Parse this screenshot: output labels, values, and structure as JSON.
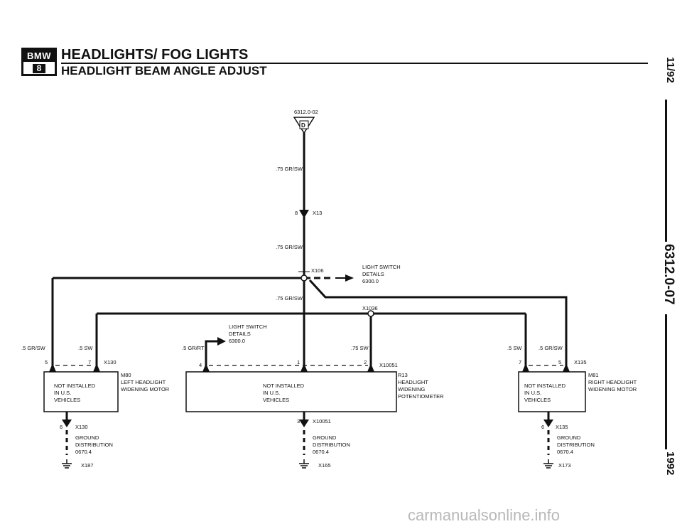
{
  "header": {
    "logo_top": "BMW",
    "logo_bottom": "8",
    "title": "HEADLIGHTS/ FOG LIGHTS",
    "subtitle": "HEADLIGHT BEAM ANGLE ADJUST"
  },
  "sidebar": {
    "date": "11/92",
    "code": "6312.0-07",
    "year": "1992"
  },
  "diagram": {
    "top_ref": "6312.0-02",
    "top_connector": "D",
    "wires": {
      "w1": ".75 GR/SW",
      "w2": ".75 GR/SW",
      "w3": ".75 GR/SW",
      "left_outer": ".5 GR/SW",
      "left_inner": ".5 SW",
      "mid_left": ".5 GR/RT",
      "mid_right": ".75 SW",
      "right_inner": ".5 SW",
      "right_outer": ".5 GR/SW"
    },
    "connectors": {
      "x13": "X13",
      "x13_pin": "8",
      "x106": "X106",
      "x1036": "X1036",
      "left_top": "X130",
      "left_top_pins": [
        "5",
        "7"
      ],
      "center_top": "X10051",
      "center_top_pins": [
        "4",
        "1",
        "2"
      ],
      "right_top": "X135",
      "right_top_pins": [
        "7",
        "5"
      ],
      "left_bottom": "X130",
      "left_bottom_pin": "6",
      "center_bottom": "X10051",
      "center_bottom_pin": "3",
      "right_bottom": "X135",
      "right_bottom_pin": "6"
    },
    "light_switch_right": [
      "LIGHT SWITCH",
      "DETAILS",
      "6300.0"
    ],
    "light_switch_center": [
      "LIGHT SWITCH",
      "DETAILS",
      "6300.0"
    ],
    "components": {
      "left": {
        "id": "M80",
        "name": [
          "LEFT HEADLIGHT",
          "WIDENING MOTOR"
        ]
      },
      "center": {
        "id": "R13",
        "name": [
          "HEADLIGHT",
          "WIDENING",
          "POTENTIOMETER"
        ]
      },
      "right": {
        "id": "M81",
        "name": [
          "RIGHT HEADLIGHT",
          "WIDENING MOTOR"
        ]
      }
    },
    "not_installed": [
      "NOT INSTALLED",
      "IN U.S.",
      "VEHICLES"
    ],
    "ground_distribution": [
      "GROUND",
      "DISTRIBUTION",
      "0670.4"
    ],
    "grounds": {
      "left": "X187",
      "center": "X165",
      "right": "X173"
    }
  },
  "watermark": "carmanualsonline.info"
}
